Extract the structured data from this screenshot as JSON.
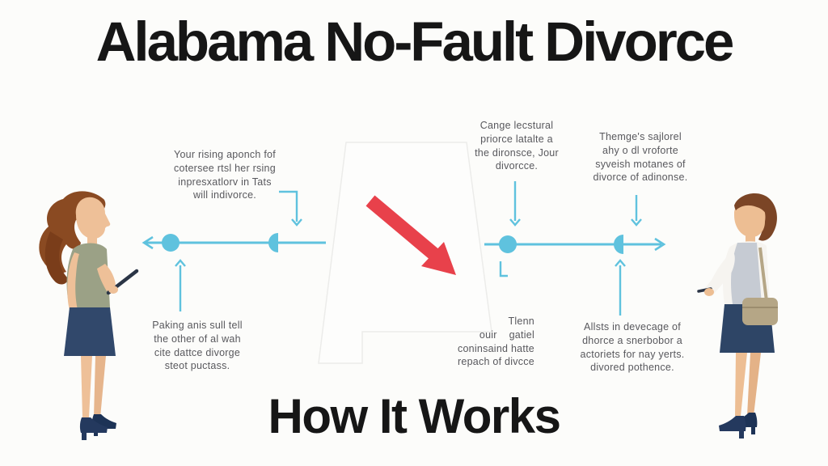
{
  "titles": {
    "main": "Alabama No-Fault Divorce",
    "subtitle": "How It Works"
  },
  "colors": {
    "timeline_blue": "#5fc2de",
    "arrow_red": "#e8414b",
    "title_text": "#161616",
    "note_text": "#4b4b50",
    "background": "#fcfcfa"
  },
  "figures": {
    "left": "standing-woman-holding-phone",
    "right": "standing-woman-with-handbag"
  },
  "diagram_shapes": {
    "center_shape": "faint-alabama-state-outline",
    "center_arrow": "red-diagonal-arrow-down-right",
    "timeline": "horizontal-blue-timeline-with-dots-and-markers"
  },
  "annotations": [
    {
      "id": "top-left",
      "lines": [
        "Your rising aponch fof",
        "cotersee rtsl her rsing",
        "inpresxatlorv in Tats",
        "will indivorce."
      ]
    },
    {
      "id": "top-middle",
      "lines": [
        "Cange lecstural",
        "priorce latalte a",
        "the dironsce, Jour",
        "divorcce."
      ]
    },
    {
      "id": "top-right",
      "lines": [
        "Themge's sajlorel",
        "ahy o dl vroforte",
        "syveish motanes of",
        "divorce of adinonse."
      ]
    },
    {
      "id": "bottom-left",
      "lines": [
        "Paking anis sull tell",
        "the other of al wah",
        "cite dattce divorge",
        "steot puctass."
      ]
    },
    {
      "id": "bottom-middle",
      "lines": [
        "Tlenn",
        "ouir    gatiel",
        "coninsaind hatte",
        "repach of divcce"
      ]
    },
    {
      "id": "bottom-right",
      "lines": [
        "Allsts in devecage of",
        "dhorce a snerbobor a",
        "actoriets for nay yerts.",
        "divored pothence."
      ]
    }
  ]
}
